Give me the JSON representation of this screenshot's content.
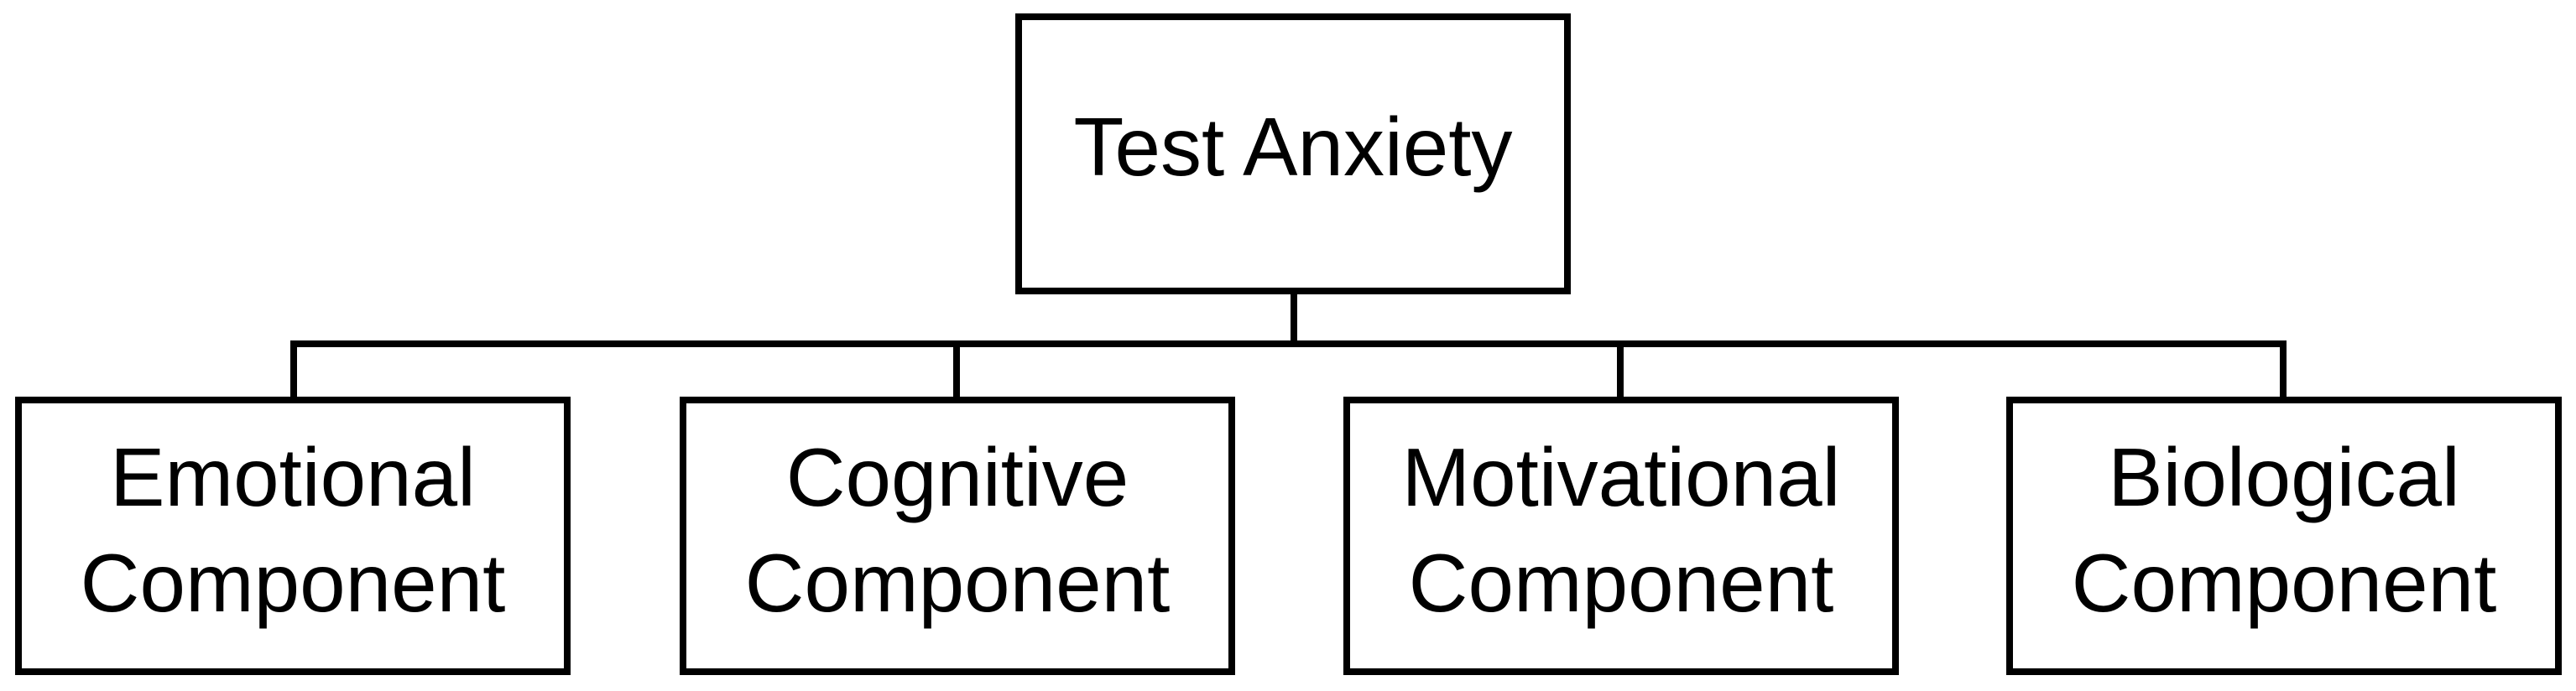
{
  "diagram": {
    "root": {
      "label": "Test Anxiety"
    },
    "children": [
      {
        "line1": "Emotional",
        "line2": "Component"
      },
      {
        "line1": "Cognitive",
        "line2": "Component"
      },
      {
        "line1": "Motivational",
        "line2": "Component"
      },
      {
        "line1": "Biological",
        "line2": "Component"
      }
    ]
  }
}
